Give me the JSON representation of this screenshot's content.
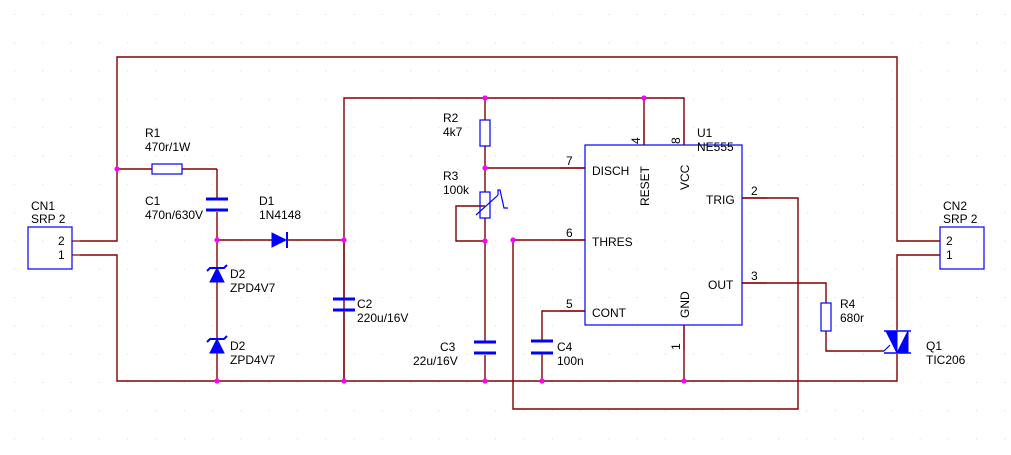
{
  "connectors": {
    "cn1": {
      "ref": "CN1",
      "type": "SRP 2",
      "pin2": "2",
      "pin1": "1"
    },
    "cn2": {
      "ref": "CN2",
      "type": "SRP 2",
      "pin2": "2",
      "pin1": "1"
    }
  },
  "components": {
    "r1": {
      "ref": "R1",
      "value": "470r/1W"
    },
    "c1": {
      "ref": "C1",
      "value": "470n/630V"
    },
    "d1": {
      "ref": "D1",
      "value": "1N4148"
    },
    "d2a": {
      "ref": "D2",
      "value": "ZPD4V7"
    },
    "d2b": {
      "ref": "D2",
      "value": "ZPD4V7"
    },
    "c2": {
      "ref": "C2",
      "value": "220u/16V"
    },
    "r2": {
      "ref": "R2",
      "value": "4k7"
    },
    "r3": {
      "ref": "R3",
      "value": "100k"
    },
    "c3": {
      "ref": "C3",
      "value": "22u/16V"
    },
    "c4": {
      "ref": "C4",
      "value": "100n"
    },
    "r4": {
      "ref": "R4",
      "value": "680r"
    },
    "q1": {
      "ref": "Q1",
      "value": "TIC206"
    }
  },
  "ic": {
    "ref": "U1",
    "value": "NE555",
    "pins": {
      "disch": {
        "name": "DISCH",
        "num": "7"
      },
      "thres": {
        "name": "THRES",
        "num": "6"
      },
      "cont": {
        "name": "CONT",
        "num": "5"
      },
      "reset": {
        "name": "RESET",
        "num": "4"
      },
      "vcc": {
        "name": "VCC",
        "num": "8"
      },
      "trig": {
        "name": "TRIG",
        "num": "2"
      },
      "out": {
        "name": "OUT",
        "num": "3"
      },
      "gnd": {
        "name": "GND",
        "num": "1"
      }
    }
  },
  "colors": {
    "wire": "#800000",
    "component": "#0000ff",
    "junction": "#ff00ff"
  }
}
